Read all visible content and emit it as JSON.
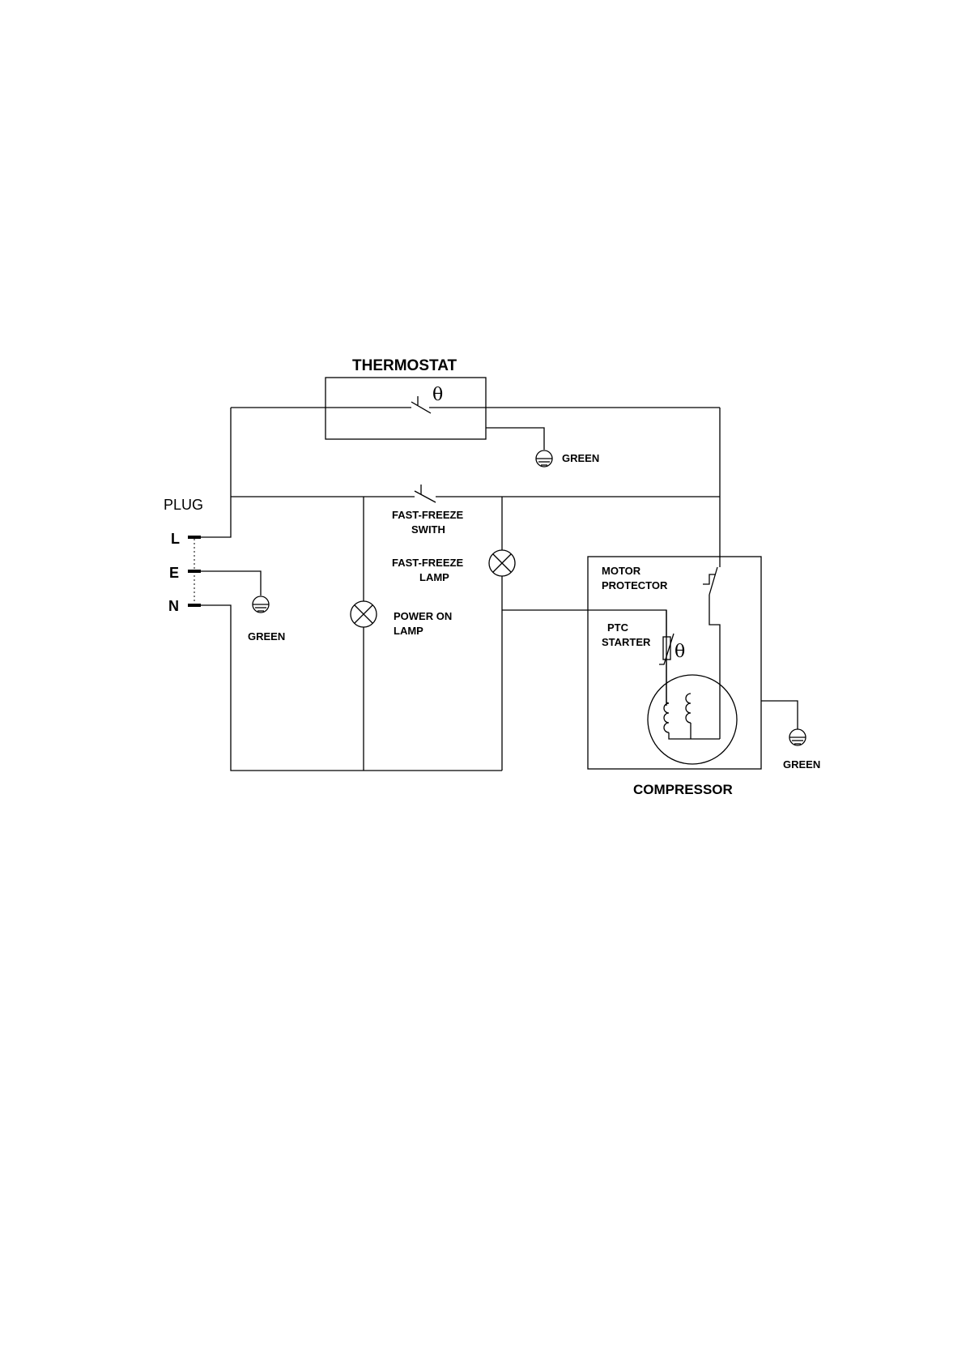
{
  "labels": {
    "thermostat": "THERMOSTAT",
    "thermostat_symbol": "θ",
    "green_top": "GREEN",
    "plug": "PLUG",
    "terminal_l": "L",
    "terminal_e": "E",
    "terminal_n": "N",
    "green_plug": "GREEN",
    "fast_freeze_switch_1": "FAST-FREEZE",
    "fast_freeze_switch_2": "SWITH",
    "fast_freeze_lamp_1": "FAST-FREEZE",
    "fast_freeze_lamp_2": "LAMP",
    "power_on_lamp_1": "POWER ON",
    "power_on_lamp_2": "LAMP",
    "motor_protector_1": "MOTOR",
    "motor_protector_2": "PROTECTOR",
    "ptc_starter_1": "PTC",
    "ptc_starter_2": "STARTER",
    "ptc_symbol": "θ",
    "green_compressor": "GREEN",
    "compressor": "COMPRESSOR"
  }
}
